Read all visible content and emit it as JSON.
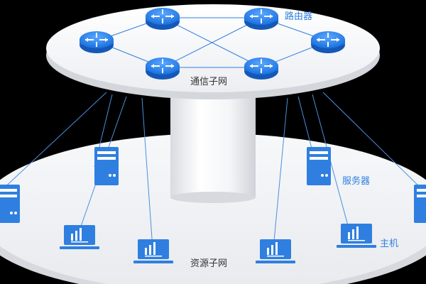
{
  "labels": {
    "router": "路由器",
    "comm_subnet": "通信子网",
    "server": "服务器",
    "host": "主机",
    "resource_subnet": "资源子网"
  },
  "icons": {
    "router": "router-icon",
    "server": "server-icon",
    "host": "host-monitor-icon"
  },
  "colors": {
    "background": "#000000",
    "platform": "#eef0f3",
    "accent": "#2f7fe0",
    "link": "#4a8fe0",
    "label_text": "#333333"
  }
}
